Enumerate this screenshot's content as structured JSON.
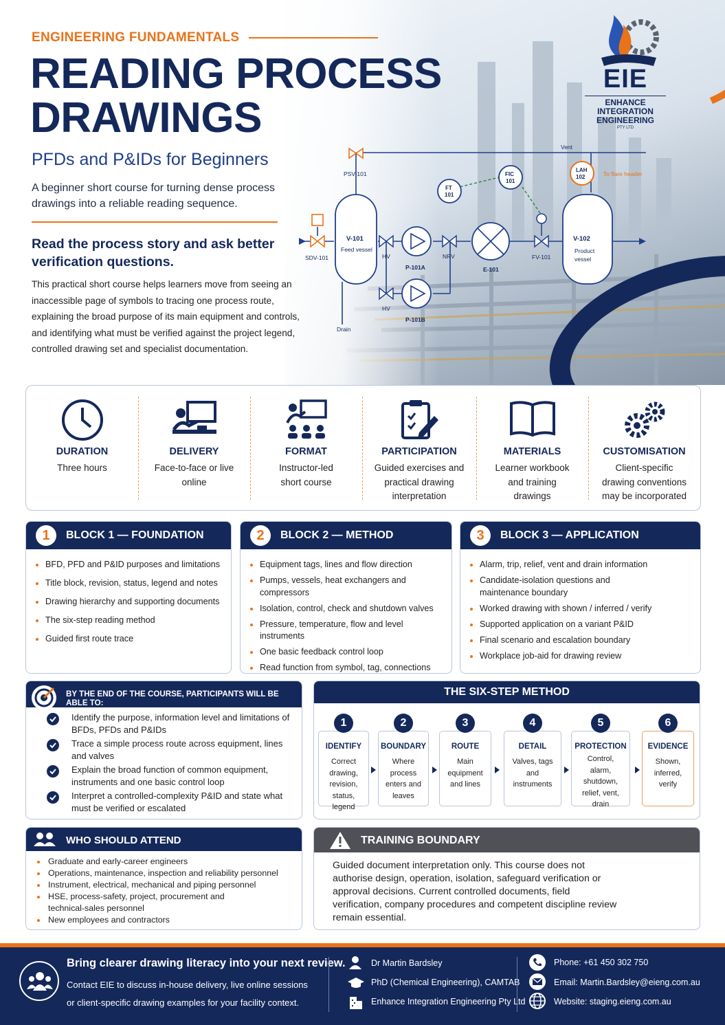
{
  "header": {
    "kicker": "ENGINEERING FUNDAMENTALS",
    "title_line1": "READING PROCESS",
    "title_line2": "DRAWINGS",
    "subtitle": "PFDs and P&IDs for Beginners",
    "intro": "A beginner short course for turning dense process drawings into a reliable reading sequence.",
    "lead": "Read the process story and ask better verification questions.",
    "body": "This practical short course helps learners move from seeing an inaccessible page of symbols to tracing one process route, explaining the broad purpose of its main equipment and controls, and identifying what must be verified against the project legend, controlled drawing set and specialist documentation."
  },
  "logo": {
    "mark": "EIE",
    "line1": "ENHANCE",
    "line2": "INTEGRATION",
    "line3": "ENGINEERING",
    "pty": "PTY LTD"
  },
  "diagram": {
    "vent": "Vent",
    "psv": "PSV-101",
    "sdv": "SDV-101",
    "v101": "V-101",
    "v101_desc": "Feed vessel",
    "hv1": "HV",
    "hv2": "HV",
    "p101a": "P-101A",
    "p101b": "P-101B",
    "nrv": "NRV",
    "e101": "E-101",
    "ft_a": "FT",
    "ft_b": "101",
    "fic_a": "FIC",
    "fic_b": "101",
    "fv": "FV-101",
    "lah_a": "LAH",
    "lah_b": "102",
    "flare": "To flare header",
    "v102": "V-102",
    "v102_desc1": "Product",
    "v102_desc2": "vessel",
    "drain": "Drain"
  },
  "info": [
    {
      "icon": "clock-icon",
      "heading": "DURATION",
      "text": "Three hours"
    },
    {
      "icon": "presenter-screen-icon",
      "heading": "DELIVERY",
      "text": "Face-to-face or live online"
    },
    {
      "icon": "instructor-class-icon",
      "heading": "FORMAT",
      "text": "Instructor-led short course"
    },
    {
      "icon": "clipboard-pencil-icon",
      "heading": "PARTICIPATION",
      "text": "Guided exercises and practical drawing interpretation"
    },
    {
      "icon": "open-book-icon",
      "heading": "MATERIALS",
      "text": "Learner workbook and training drawings"
    },
    {
      "icon": "gears-icon",
      "heading": "CUSTOMISATION",
      "text": "Client-specific drawing conventions may be incorporated"
    }
  ],
  "blocks": [
    {
      "num": "1",
      "title": "BLOCK 1 — FOUNDATION",
      "items": [
        "BFD, PFD and P&ID purposes and limitations",
        "Title block, revision, status, legend and notes",
        "Drawing hierarchy and supporting documents",
        "The six-step reading method",
        "Guided first route trace"
      ]
    },
    {
      "num": "2",
      "title": "BLOCK 2 — METHOD",
      "items": [
        "Equipment tags, lines and flow direction",
        "Pumps, vessels, heat exchangers and compressors",
        "Isolation, control, check and shutdown valves",
        "Pressure, temperature, flow and level instruments",
        "One basic feedback control loop",
        "Read function from symbol, tag, connections and context"
      ]
    },
    {
      "num": "3",
      "title": "BLOCK 3 — APPLICATION",
      "items": [
        "Alarm, trip, relief, vent and drain information",
        "Candidate-isolation questions and maintenance boundary",
        "Worked drawing with shown / inferred / verify",
        "Supported application on a variant P&ID",
        "Final scenario and escalation boundary",
        "Workplace job-aid for drawing review"
      ]
    }
  ],
  "outcomes": {
    "heading": "BY THE END OF THE COURSE, PARTICIPANTS WILL BE ABLE TO:",
    "items": [
      "Identify the purpose, information level and limitations of BFDs, PFDs and P&IDs",
      "Trace a simple process route across equipment, lines and valves",
      "Explain the broad function of common equipment, instruments and one basic control loop",
      "Interpret a controlled-complexity P&ID and state what must be verified or escalated"
    ]
  },
  "six_step": {
    "heading": "THE SIX-STEP METHOD",
    "steps": [
      {
        "num": "1",
        "title": "IDENTIFY",
        "desc": "Correct drawing, revision, status, legend"
      },
      {
        "num": "2",
        "title": "BOUNDARY",
        "desc": "Where process enters and leaves"
      },
      {
        "num": "3",
        "title": "ROUTE",
        "desc": "Main equipment and lines"
      },
      {
        "num": "4",
        "title": "DETAIL",
        "desc": "Valves, tags and instruments"
      },
      {
        "num": "5",
        "title": "PROTECTION",
        "desc": "Control, alarm, shutdown, relief, vent, drain"
      },
      {
        "num": "6",
        "title": "EVIDENCE",
        "desc": "Shown, inferred, verify"
      }
    ]
  },
  "who": {
    "heading": "WHO SHOULD ATTEND",
    "items": [
      "Graduate and early-career engineers",
      "Operations, maintenance, inspection and reliability personnel",
      "Instrument, electrical, mechanical and piping personnel",
      "HSE, process-safety, project, procurement and technical-sales personnel",
      "New employees and contractors"
    ]
  },
  "boundary": {
    "heading": "TRAINING BOUNDARY",
    "text": "Guided document interpretation only. This course does not authorise design, operation, isolation, safeguard verification or approval decisions. Current controlled documents, field verification, company procedures and competent discipline review remain essential."
  },
  "footer": {
    "heading": "Bring clearer drawing literacy into your next review.",
    "text": "Contact EIE to discuss in-house delivery, live online sessions or client-specific drawing examples for your facility context.",
    "name": "Dr Martin Bardsley",
    "qual": "PhD (Chemical Engineering), CAMTAB",
    "company": "Enhance Integration Engineering Pty Ltd",
    "phone": "Phone:  +61 450 302 750",
    "email": "Email:  Martin.Bardsley@eieng.com.au",
    "website": "Website:  staging.eieng.com.au"
  },
  "colors": {
    "navy": "#14285a",
    "orange": "#e8731a",
    "grey": "#4f5157"
  }
}
